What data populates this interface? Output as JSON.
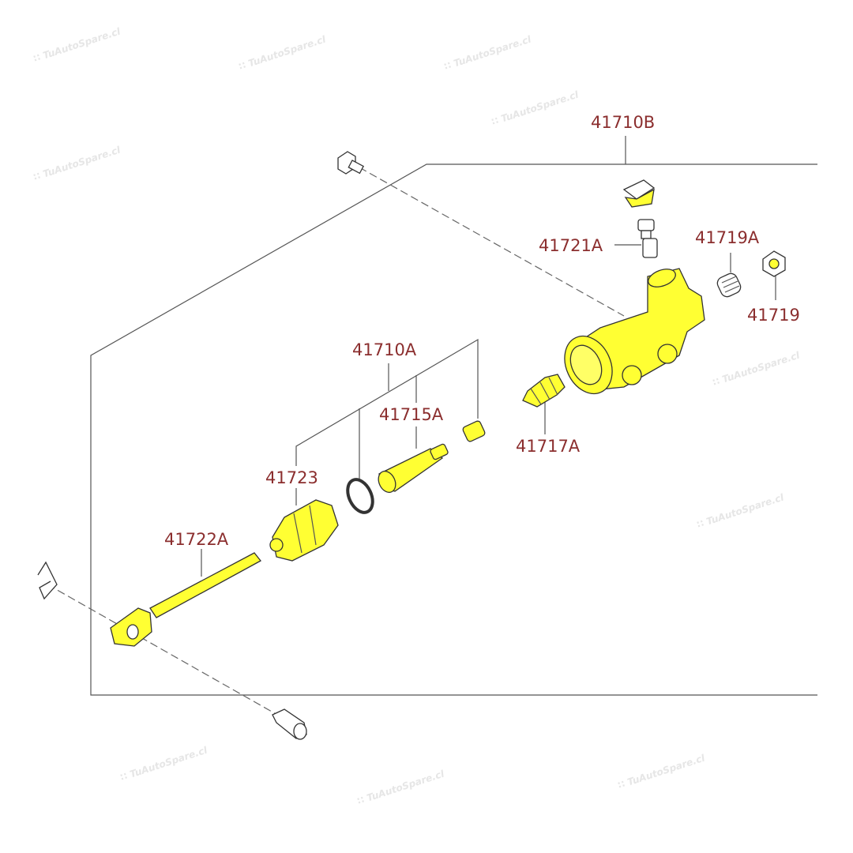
{
  "watermark": {
    "text": "TuAutoSpare.cl",
    "icon": "checkered-flag-icon"
  },
  "labels": {
    "l41710B": "41710B",
    "l41721A": "41721A",
    "l41719A": "41719A",
    "l41719": "41719",
    "l41710A": "41710A",
    "l41715A": "41715A",
    "l41717A": "41717A",
    "l41723": "41723",
    "l41722A": "41722A"
  },
  "colors": {
    "highlight": "#ffff33",
    "label": "#8b2e2e"
  }
}
